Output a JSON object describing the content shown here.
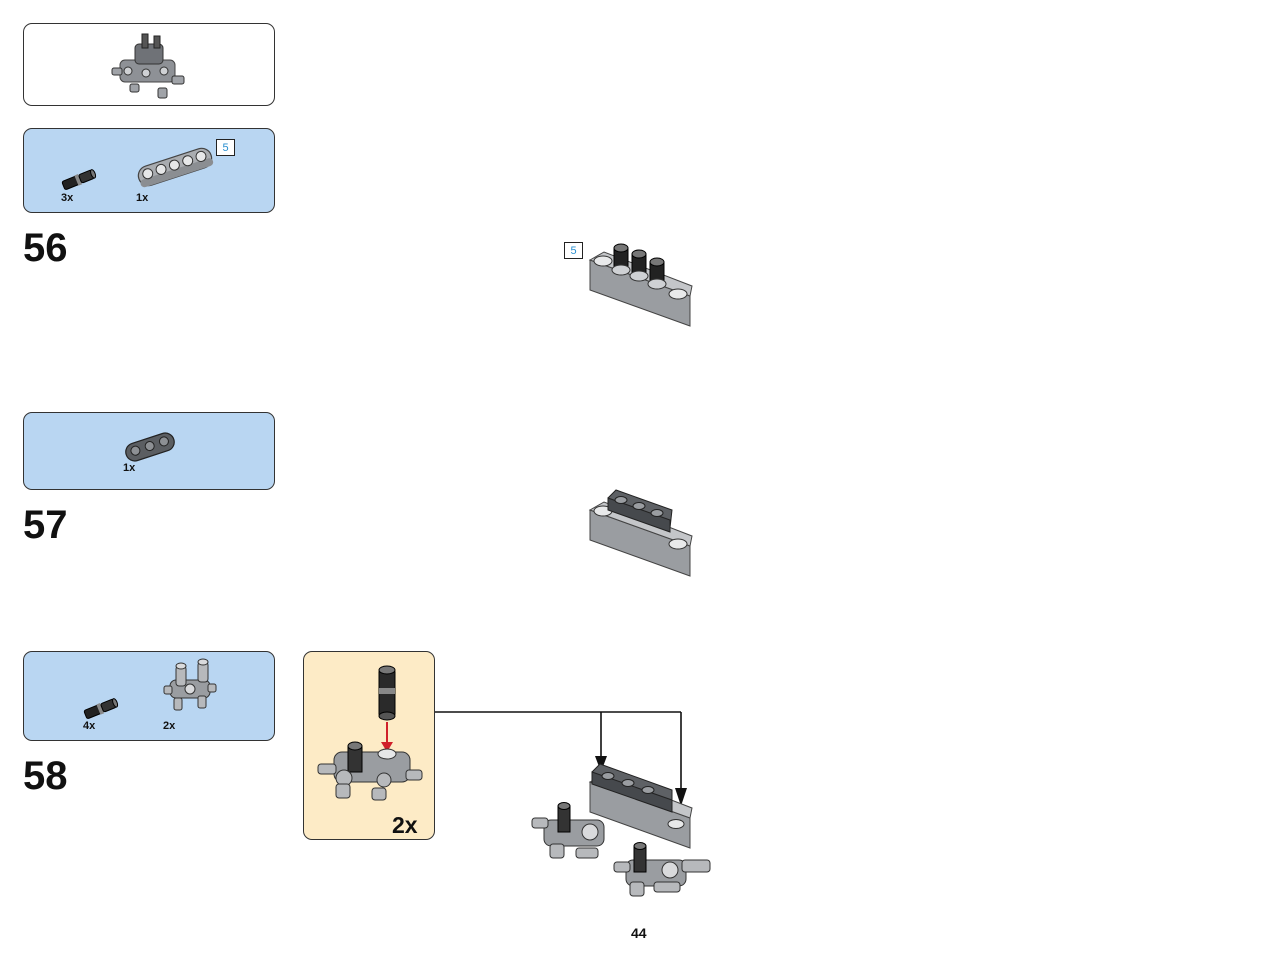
{
  "page": {
    "number": "44"
  },
  "subassembly_callout": {
    "description": "completed subassembly preview"
  },
  "step56": {
    "number": "56",
    "parts": [
      {
        "qty": "3x",
        "icon": "friction-axle-pin-icon"
      },
      {
        "qty": "1x",
        "icon": "liftarm-5-icon",
        "length_label": "5"
      }
    ],
    "model_length_label": "5"
  },
  "step57": {
    "number": "57",
    "parts": [
      {
        "qty": "1x",
        "icon": "liftarm-3-icon"
      }
    ]
  },
  "step58": {
    "number": "58",
    "parts": [
      {
        "qty": "4x",
        "icon": "friction-axle-pin-icon"
      },
      {
        "qty": "2x",
        "icon": "cross-block-icon"
      }
    ],
    "sub_multiplier": "2x"
  },
  "colors": {
    "parts_panel": "#b9d6f2",
    "sub_panel": "#fdebc6",
    "length_label": "#2a8fd0",
    "insert_arrow": "#d0202a"
  }
}
